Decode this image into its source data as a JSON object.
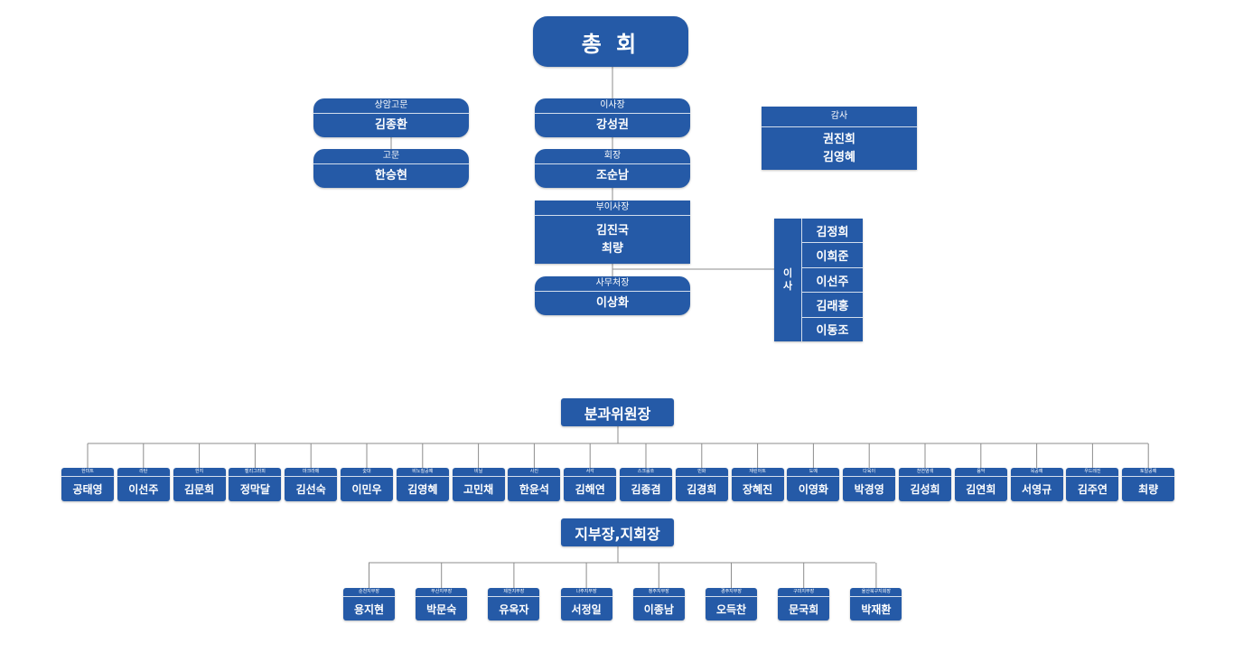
{
  "top": {
    "root": "총 회",
    "chair": {
      "role": "이사장",
      "names": [
        "강성권"
      ]
    },
    "president": {
      "role": "회장",
      "names": [
        "조순남"
      ]
    },
    "vice_chair": {
      "role": "부이사장",
      "names": [
        "김진국",
        "최량"
      ]
    },
    "secretary_general": {
      "role": "사무처장",
      "names": [
        "이상화"
      ]
    },
    "senior_advisor": {
      "role": "상암고문",
      "names": [
        "김종환"
      ]
    },
    "advisor": {
      "role": "고문",
      "names": [
        "한승현"
      ]
    },
    "auditor": {
      "role": "감사",
      "names": [
        "권진희",
        "김영혜"
      ]
    },
    "directors": {
      "label": [
        "이",
        "사"
      ],
      "names": [
        "김정희",
        "이희준",
        "이선주",
        "김래홍",
        "이동조"
      ]
    }
  },
  "committee": {
    "title": "분과위원장",
    "items": [
      {
        "role": "한미트",
        "name": "공태영"
      },
      {
        "role": "라탄",
        "name": "이선주"
      },
      {
        "role": "한지",
        "name": "김문희"
      },
      {
        "role": "캘리그라피",
        "name": "정막달"
      },
      {
        "role": "마크라메",
        "name": "김선숙"
      },
      {
        "role": "숯대",
        "name": "이민우"
      },
      {
        "role": "비노칠공예",
        "name": "김영혜"
      },
      {
        "role": "비닐",
        "name": "고민채"
      },
      {
        "role": "사진",
        "name": "한윤석"
      },
      {
        "role": "서각",
        "name": "김해연"
      },
      {
        "role": "스크롤쏘",
        "name": "김종겸"
      },
      {
        "role": "민화",
        "name": "김경희"
      },
      {
        "role": "재린아트",
        "name": "장혜진"
      },
      {
        "role": "도예",
        "name": "이영화"
      },
      {
        "role": "다육이",
        "name": "박경영"
      },
      {
        "role": "천연염색",
        "name": "김성희"
      },
      {
        "role": "음악",
        "name": "김연희"
      },
      {
        "role": "목공예",
        "name": "서영규"
      },
      {
        "role": "우드레진",
        "name": "김주연"
      },
      {
        "role": "토탈공예",
        "name": "최량"
      }
    ]
  },
  "branches": {
    "title": "지부장,지회장",
    "items": [
      {
        "role": "순천지부장",
        "name": "용지현"
      },
      {
        "role": "부산지부장",
        "name": "박문숙"
      },
      {
        "role": "제천지부장",
        "name": "유옥자"
      },
      {
        "role": "나주지부장",
        "name": "서정일"
      },
      {
        "role": "청주지부장",
        "name": "이종남"
      },
      {
        "role": "경주지부장",
        "name": "오득찬"
      },
      {
        "role": "구미지부장",
        "name": "문국희"
      },
      {
        "role": "울산북구지회장",
        "name": "박재환"
      }
    ]
  }
}
